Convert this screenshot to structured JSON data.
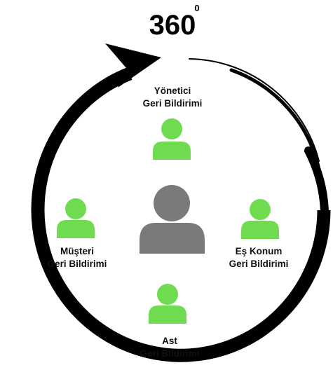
{
  "title": {
    "main": "360",
    "superscript": "0"
  },
  "colors": {
    "ring": "#000000",
    "center_person": "#7a7a7a",
    "feedback_person": "#6fdb4e"
  },
  "center": {
    "icon": "person-icon"
  },
  "feedback": {
    "top": {
      "line1": "Yönetici",
      "line2": "Geri Bildirimi",
      "icon": "person-icon"
    },
    "left": {
      "line1": "Müşteri",
      "line2": "Geri Bildirimi",
      "icon": "person-icon"
    },
    "right": {
      "line1": "Eş Konum",
      "line2": "Geri Bildirimi",
      "icon": "person-icon"
    },
    "bottom": {
      "line1": "Ast",
      "line2": "Geri Bildirimi",
      "icon": "person-icon"
    }
  }
}
